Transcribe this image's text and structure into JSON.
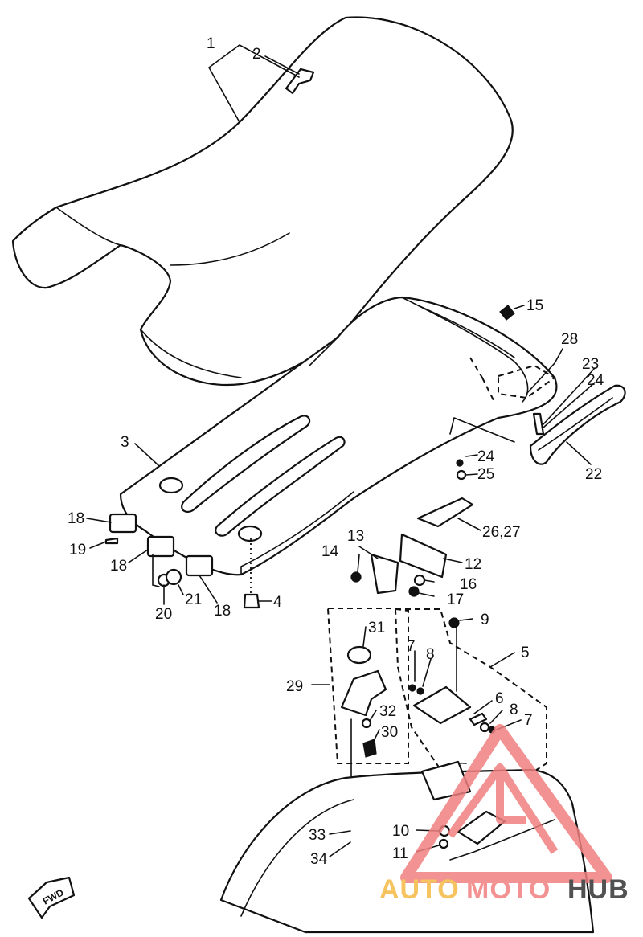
{
  "labels": {
    "l1": "1",
    "l2": "2",
    "l3": "3",
    "l4": "4",
    "l5": "5",
    "l6": "6",
    "l7a": "7",
    "l7b": "7",
    "l8a": "8",
    "l8b": "8",
    "l9": "9",
    "l10": "10",
    "l11": "11",
    "l12": "12",
    "l13": "13",
    "l14": "14",
    "l15": "15",
    "l16": "16",
    "l17": "17",
    "l18a": "18",
    "l18b": "18",
    "l18c": "18",
    "l19": "19",
    "l20": "20",
    "l21": "21",
    "l22": "22",
    "l23": "23",
    "l24a": "24",
    "l24b": "24",
    "l25": "25",
    "l2627": "26,27",
    "l28": "28",
    "l29": "29",
    "l30": "30",
    "l31": "31",
    "l32": "32",
    "l33": "33",
    "l34": "34"
  },
  "direction_marker": "FWD",
  "watermark": {
    "part1": "AUTO",
    "part2": "MOTO",
    "part3": "HUB",
    "color_primary": "#f08080",
    "color_secondary": "#f5b942",
    "color_dark": "#333333"
  }
}
